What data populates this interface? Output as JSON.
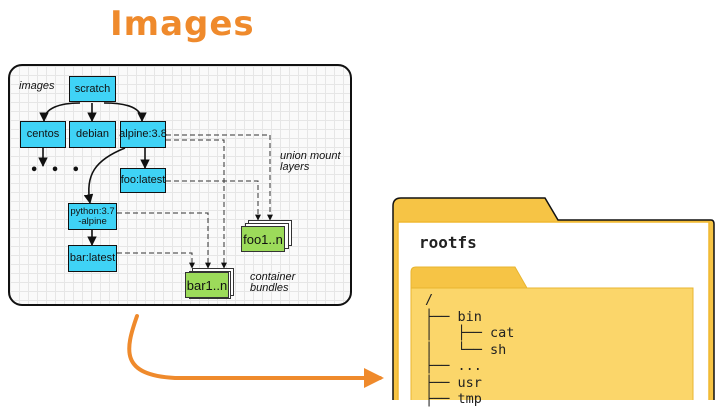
{
  "title": "Images",
  "images_panel": {
    "label": "images",
    "nodes": {
      "scratch": "scratch",
      "centos": "centos",
      "debian": "debian",
      "alpine": "alpine:3.8",
      "foo": "foo:latest",
      "python": "python:3.7\n-alpine",
      "bar": "bar:latest"
    },
    "ellipsis": "• • •",
    "union_mount_note": "union mount\nlayers",
    "container_bundles_note": "container\nbundles",
    "bundles": {
      "foo": "foo1..n",
      "bar": "bar1..n"
    }
  },
  "rootfs": {
    "label": "rootfs",
    "tree_lines": [
      "/",
      "├── bin",
      "│   ├── cat",
      "│   └── sh",
      "├── ...",
      "├── usr",
      "├── tmp"
    ]
  },
  "colors": {
    "title": "#ef8a2c",
    "node_fill": "#3fd3f6",
    "bundle_fill": "#9cdb5a",
    "folder_outer": "#f6c445",
    "folder_inner": "#fbd66a",
    "arrow": "#ef8a2c"
  }
}
